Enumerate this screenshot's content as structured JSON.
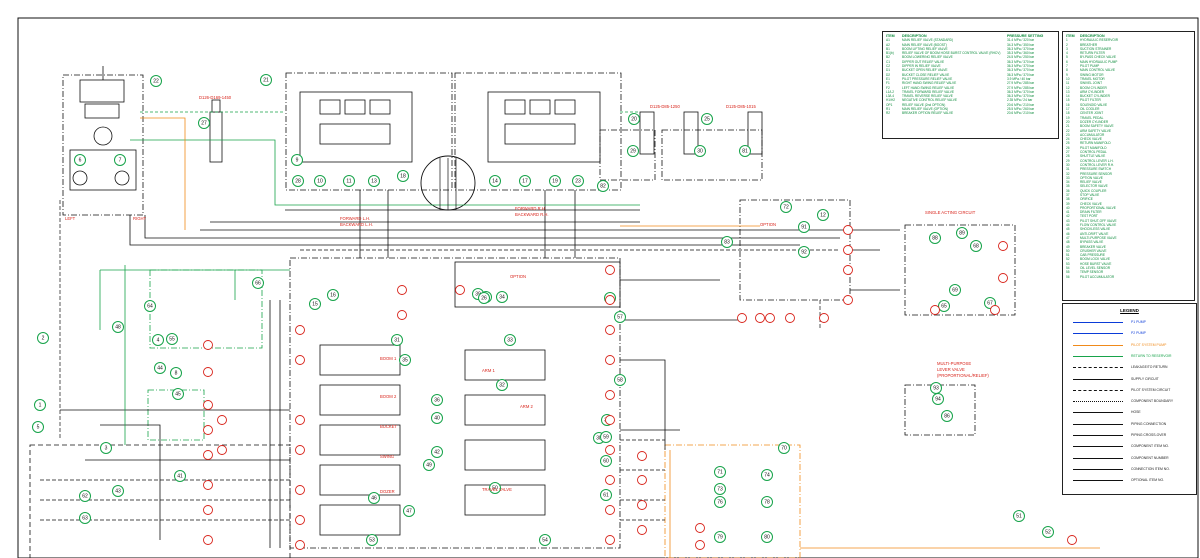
{
  "diagram": {
    "part_labels": {
      "p22": "22",
      "p21": "21",
      "p27": "27",
      "p28": "28",
      "p25": "25",
      "p20": "20",
      "p23": "23",
      "p81": "81",
      "p82": "82",
      "p12": "12",
      "p72": "72",
      "p83": "83",
      "p18": "18",
      "p15": "15",
      "p16": "16",
      "p62": "62",
      "p63": "63",
      "p64": "64",
      "p66": "66",
      "p48": "48",
      "p55": "55",
      "p31": "31",
      "p32": "32",
      "p34": "34",
      "p37": "37",
      "p38": "38",
      "p39": "39",
      "p41": "41",
      "p43": "43",
      "p44": "44",
      "p45": "45",
      "p51": "51",
      "p52": "52",
      "p70": "70",
      "p71": "71",
      "p73": "73",
      "p74": "74",
      "p76": "76",
      "p78": "78",
      "p79": "79",
      "p80": "80",
      "p86": "86",
      "p88": "88",
      "p89": "89",
      "p91": "91",
      "p92": "92",
      "p93": "93",
      "p94": "94",
      "p1": "1",
      "p2": "2",
      "p3": "3",
      "p4": "4",
      "p5": "5",
      "p6": "6",
      "p7": "7",
      "p8": "8",
      "p9": "9",
      "p10": "10",
      "p11": "11",
      "p13": "13",
      "p14": "14",
      "p17": "17",
      "p19": "19",
      "p24": "24",
      "p26": "26",
      "p29": "29",
      "p30": "30",
      "p33": "33",
      "p35": "35",
      "p36": "36",
      "p40": "40",
      "p42": "42",
      "p46": "46",
      "p47": "47",
      "p49": "49",
      "p50": "50",
      "p53": "53",
      "p54": "54",
      "p56": "56",
      "p57": "57",
      "p58": "58",
      "p59": "59",
      "p60": "60",
      "p61": "61",
      "p65": "65",
      "p67": "67",
      "p68": "68",
      "p69": "69"
    },
    "cylinder_labels": {
      "c1": "D126-D169-1450",
      "c2": "D125-D85-1250",
      "c3": "D125-D85-1015"
    },
    "main_labels": {
      "forward_l": "FORWARD L.H.",
      "backward_l": "BACKWARD L.H.",
      "forward_r": "FORWARD R.H.",
      "backward_r": "BACKWARD R.H.",
      "left": "LEFT",
      "right": "RIGHT",
      "option": "OPTION",
      "option2": "OPTION",
      "single_acting": "SINGLE ACTING CIRCUIT",
      "multi_purpose": "MULTI-PURPOSE",
      "multi_purpose2": "LEVER VALVE",
      "multi_purpose3": "(PROPORTIONAL/RELIEF)",
      "travel": "TRAVEL VALVE",
      "boom1": "BOOM 1",
      "arm1": "ARM 1",
      "bucket": "BUCKET",
      "swing": "SWING",
      "arm2": "ARM 2",
      "boom2": "BOOM 2",
      "dozer": "DOZER"
    },
    "spec_table": {
      "headers": [
        "ITEM",
        "DESCRIPTION",
        "PRESSURE SETTING"
      ],
      "rows": [
        [
          "A1",
          "MAIN RELIEF VALVE (STANDARD)",
          "31.4 MPa / 320 bar"
        ],
        [
          "A2",
          "MAIN RELIEF VALVE (BOOST)",
          "34.3 MPa / 350 bar"
        ],
        [
          "B1",
          "BOOM LIFTING RELIEF VALVE",
          "36.3 MPa / 370 bar"
        ],
        [
          "B1(b)",
          "RELIEF VALVE OF BOOM HOSE BURST CONTROL VALVE (RHCV)",
          "35.3 MPa / 360 bar"
        ],
        [
          "B2",
          "BOOM LOWERING RELIEF VALVE",
          "24.5 MPa / 250 bar"
        ],
        [
          "C1",
          "DIPPER OUT RELIEF VALVE",
          "36.3 MPa / 370 bar"
        ],
        [
          "C2",
          "DIPPER IN RELIEF VALVE",
          "36.3 MPa / 370 bar"
        ],
        [
          "D1",
          "BUCKET OPEN RELIEF VALVE",
          "36.3 MPa / 370 bar"
        ],
        [
          "D2",
          "BUCKET CLOSE RELIEF VALVE",
          "36.3 MPa / 370 bar"
        ],
        [
          "E1",
          "PILOT PRESSURE RELIEF VALVE",
          "3.9 MPa / 40 bar"
        ],
        [
          "F1",
          "RIGHT HAND SWING RELIEF VALVE",
          "27.9 MPa / 285 bar"
        ],
        [
          "F2",
          "LEFT HAND SWING RELIEF VALVE",
          "27.9 MPa / 285 bar"
        ],
        [
          "L1/L2",
          "TRAVEL FORWARD RELIEF VALVE",
          "36.3 MPa / 370 bar"
        ],
        [
          "L3/L4",
          "TRAVEL REVERSE RELIEF VALVE",
          "36.3 MPa / 370 bar"
        ],
        [
          "H1/H2",
          "NEGATIVE CONTROL RELIEF VALVE",
          "2.35 MPa / 24 bar"
        ],
        [
          "OP1",
          "RELIEF VALVE (2nd OPTION)",
          "20.6 MPa / 210 bar"
        ],
        [
          "R1",
          "MAIN RELIEF VALVE (OPTION)",
          "25.5 MPa / 260 bar"
        ],
        [
          "R2",
          "BREAKER OPTION RELIEF VALVE",
          "20.6 MPa / 210 bar"
        ]
      ]
    },
    "item_table": {
      "headers": [
        "ITEM",
        "DESCRIPTION"
      ],
      "rows": [
        [
          "1",
          "HYDRAULIC RESERVOIR"
        ],
        [
          "2",
          "BREATHER"
        ],
        [
          "3",
          "SUCTION STRAINER"
        ],
        [
          "4",
          "RETURN FILTER"
        ],
        [
          "5",
          "BY-PASS CHECK VALVE"
        ],
        [
          "6",
          "MAIN HYDRAULIC PUMP"
        ],
        [
          "7",
          "PILOT PUMP"
        ],
        [
          "8",
          "MAIN CONTROL VALVE"
        ],
        [
          "9",
          "SWING MOTOR"
        ],
        [
          "10",
          "TRAVEL MOTOR"
        ],
        [
          "11",
          "SWIVEL JOINT"
        ],
        [
          "12",
          "BOOM CYLINDER"
        ],
        [
          "13",
          "ARM CYLINDER"
        ],
        [
          "14",
          "BUCKET CYLINDER"
        ],
        [
          "15",
          "PILOT FILTER"
        ],
        [
          "16",
          "SOLENOID VALVE"
        ],
        [
          "17",
          "OIL COOLER"
        ],
        [
          "18",
          "CENTER JOINT"
        ],
        [
          "19",
          "TRAVEL PEDAL"
        ],
        [
          "20",
          "DOZER CYLINDER"
        ],
        [
          "21",
          "BOOM SAFETY VALVE"
        ],
        [
          "22",
          "ARM SAFETY VALVE"
        ],
        [
          "23",
          "ACCUMULATOR"
        ],
        [
          "24",
          "CHECK VALVE"
        ],
        [
          "25",
          "RETURN MANIFOLD"
        ],
        [
          "26",
          "PILOT MANIFOLD"
        ],
        [
          "27",
          "CONTROL PEDAL"
        ],
        [
          "28",
          "SHUTTLE VALVE"
        ],
        [
          "29",
          "CONTROL LEVER L.H."
        ],
        [
          "30",
          "CONTROL LEVER R.H."
        ],
        [
          "31",
          "PRESSURE SWITCH"
        ],
        [
          "32",
          "PRESSURE SENSOR"
        ],
        [
          "33",
          "OPTION VALVE"
        ],
        [
          "34",
          "RELIEF VALVE"
        ],
        [
          "35",
          "SELECTOR VALVE"
        ],
        [
          "36",
          "QUICK COUPLER"
        ],
        [
          "37",
          "STOP VALVE"
        ],
        [
          "38",
          "ORIFICE"
        ],
        [
          "39",
          "CHECK VALVE"
        ],
        [
          "40",
          "PROPORTIONAL VALVE"
        ],
        [
          "41",
          "DRAIN FILTER"
        ],
        [
          "42",
          "TEST PORT"
        ],
        [
          "43",
          "PILOT SHUT-OFF VALVE"
        ],
        [
          "44",
          "FLOW CONTROL VALVE"
        ],
        [
          "45",
          "SHOCKLESS VALVE"
        ],
        [
          "46",
          "ANTI-DRIFT VALVE"
        ],
        [
          "47",
          "MULTI-PURPOSE VALVE"
        ],
        [
          "48",
          "BYPASS VALVE"
        ],
        [
          "49",
          "BREAKER VALVE"
        ],
        [
          "50",
          "CRUSHER VALVE"
        ],
        [
          "51",
          "CAB PRESSURE"
        ],
        [
          "52",
          "BOOM LOCK VALVE"
        ],
        [
          "53",
          "HOSE BURST VALVE"
        ],
        [
          "54",
          "OIL LEVEL SENSOR"
        ],
        [
          "55",
          "TEMP SENSOR"
        ],
        [
          "56",
          "PILOT ACCUMULATOR"
        ]
      ]
    },
    "legend": {
      "title": "LEGEND",
      "items": [
        {
          "label": "P1 PUMP",
          "color": "#0a3bd8",
          "style": "solid"
        },
        {
          "label": "P2 PUMP",
          "color": "#0a3bd8",
          "style": "solid"
        },
        {
          "label": "PILOT SYSTEM PUMP",
          "color": "#f08a1a",
          "style": "solid"
        },
        {
          "label": "RETURN TO RESERVOIR",
          "color": "#17a34a",
          "style": "solid"
        },
        {
          "label": "LEAKAGE/TO RETURN",
          "color": "#111111",
          "style": "dashed"
        },
        {
          "label": "SUPPLY CIRCUIT",
          "color": "#111111",
          "style": "solid"
        },
        {
          "label": "PILOT SYSTEM CIRCUIT",
          "color": "#111111",
          "style": "dashed"
        },
        {
          "label": "COMPONENT BOUNDARY",
          "color": "#111111",
          "style": "dashdot"
        },
        {
          "label": "HOSE",
          "color": "#111111",
          "style": "solid"
        },
        {
          "label": "PIPING CONNECTION",
          "color": "#111111",
          "style": "solid"
        },
        {
          "label": "PIPING CROSS-OVER",
          "color": "#111111",
          "style": "solid"
        },
        {
          "label": "COMPONENT ITEM NO.",
          "color": "#111111",
          "style": "solid"
        },
        {
          "label": "COMPONENT NUMBER",
          "color": "#111111",
          "style": "solid"
        },
        {
          "label": "CONNECTION ITEM NO.",
          "color": "#111111",
          "style": "solid"
        },
        {
          "label": "OPTIONAL ITEM NO.",
          "color": "#111111",
          "style": "solid"
        }
      ]
    },
    "colors": {
      "green": "#17a34a",
      "red": "#d8231a",
      "orange": "#f08a1a",
      "blue": "#0a3bd8",
      "black": "#111111"
    }
  }
}
